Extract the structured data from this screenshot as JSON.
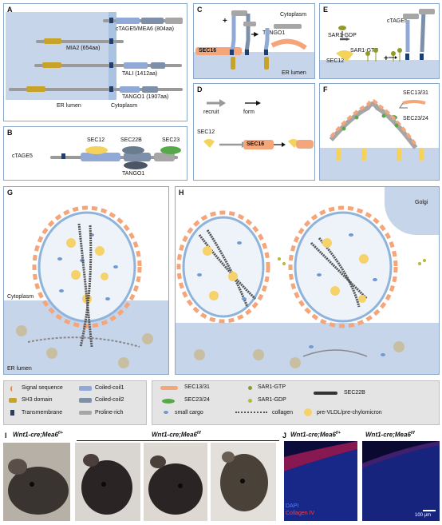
{
  "panels": {
    "A": {
      "label": "A",
      "proteins": [
        "cTAGE5/MEA6 (804aa)",
        "MIA2 (654aa)",
        "TALI (1412aa)",
        "TANGO1 (1907aa)"
      ],
      "er_lumen": "ER lumen",
      "cytoplasm": "Cytoplasm"
    },
    "B": {
      "label": "B",
      "protein": "cTAGE5",
      "partners": [
        "SEC12",
        "SEC22B",
        "SEC23",
        "TANGO1"
      ]
    },
    "C": {
      "label": "C",
      "cytoplasm": "Cytoplasm",
      "tango1": "TANGO1",
      "sec16": "SEC16",
      "er_lumen": "ER lumen",
      "plus": "+"
    },
    "D": {
      "label": "D",
      "recruit": "recruit",
      "form": "form",
      "sec12": "SEC12",
      "sec16": "SEC16"
    },
    "E": {
      "label": "E",
      "ctage5": "cTAGE5",
      "sar1_gdp": "SAR1-GDP",
      "sar1_gtp": "SAR1-GTP",
      "sec12": "SEC12",
      "plus": "+"
    },
    "F": {
      "label": "F",
      "sec13_31": "SEC13/31",
      "sec23_24": "SEC23/24"
    },
    "G": {
      "label": "G",
      "cytoplasm": "Cytoplasm",
      "er_lumen": "ER lumen"
    },
    "H": {
      "label": "H",
      "golgi": "Golgi"
    },
    "I": {
      "label": "I",
      "genotype_1": "Wnt1-cre;Meа6",
      "sup_1": "f/+",
      "genotype_2": "Wnt1-cre;Meа6",
      "sup_2": "f/f"
    },
    "J": {
      "label": "J",
      "genotype_1": "Wnt1-cre;Meа6",
      "sup_1": "f/+",
      "genotype_2": "Wnt1-cre;Meа6",
      "sup_2": "f/f",
      "dapi": "DAPI",
      "collagen": "Collagen IV",
      "scale": "100 μm"
    }
  },
  "legend": {
    "signal_sequence": "Signal sequence",
    "sh3_domain": "SH3 domain",
    "transmembrane": "Transmembrane",
    "coiled_coil1": "Coiled-coil1",
    "coiled_coil2": "Coiled-coil2",
    "proline_rich": "Proline-rich",
    "sec13_31": "SEC13/31",
    "sec23_24": "SEC23/24",
    "small_cargo": "small cargo",
    "sar1_gtp": "SAR1-GTP",
    "sar1_gdp": "SAR1-GDP",
    "collagen": "collagen",
    "sec22b": "SEC22B",
    "vldl": "pre-VLDL/pre-chylomicron"
  },
  "colors": {
    "panel_border": "#8aa6c8",
    "er_blue": "#c7d5ea",
    "coiled_coil1": "#90a9d6",
    "coiled_coil2": "#7d8fa9",
    "sh3": "#c8a329",
    "transmembrane": "#1d3f73",
    "proline": "#a6a6a6",
    "sec16": "#f4a57a",
    "sec12": "#f3d35c",
    "sec23": "#57a84a",
    "vldl": "#f6d26a"
  }
}
